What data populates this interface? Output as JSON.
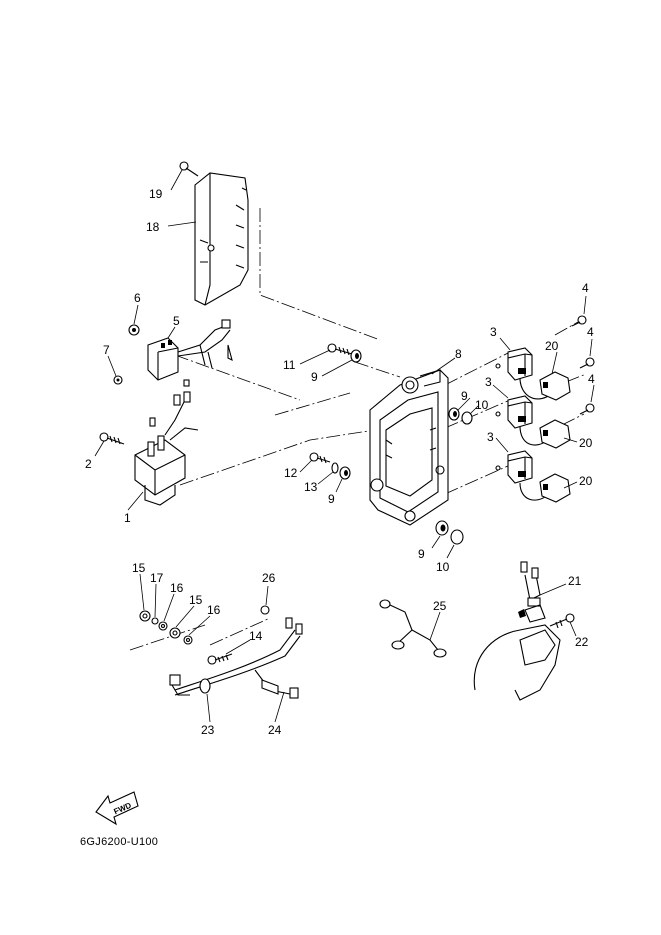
{
  "diagram_code": "6GJ6200-U100",
  "fwd_label": "FWD",
  "callouts": {
    "c1": "1",
    "c2": "2",
    "c3a": "3",
    "c3b": "3",
    "c3c": "3",
    "c4a": "4",
    "c4b": "4",
    "c4c": "4",
    "c5": "5",
    "c6": "6",
    "c7": "7",
    "c8": "8",
    "c9a": "9",
    "c9b": "9",
    "c9c": "9",
    "c9d": "9",
    "c10a": "10",
    "c10b": "10",
    "c11": "11",
    "c12": "12",
    "c13": "13",
    "c14": "14",
    "c15a": "15",
    "c15b": "15",
    "c16a": "16",
    "c16b": "16",
    "c17": "17",
    "c18": "18",
    "c19": "19",
    "c20a": "20",
    "c20b": "20",
    "c20c": "20",
    "c21": "21",
    "c22": "22",
    "c23": "23",
    "c24": "24",
    "c25": "25",
    "c26": "26"
  }
}
